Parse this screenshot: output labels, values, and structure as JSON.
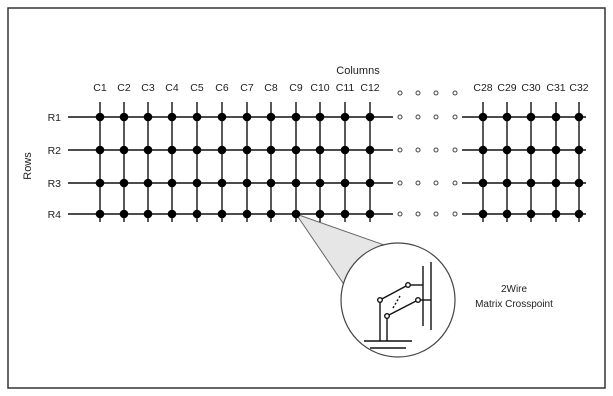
{
  "axes": {
    "columns_title": "Columns",
    "rows_title": "Rows"
  },
  "columns_left": [
    "C1",
    "C2",
    "C3",
    "C4",
    "C5",
    "C6",
    "C7",
    "C8",
    "C9",
    "C10",
    "C11",
    "C12"
  ],
  "columns_right": [
    "C28",
    "C29",
    "C30",
    "C31",
    "C32"
  ],
  "rows": [
    "R1",
    "R2",
    "R3",
    "R4"
  ],
  "callout": {
    "line1": "2Wire",
    "line2": "Matrix Crosspoint"
  },
  "colors": {
    "border": "#333333",
    "line": "#111111",
    "node": "#000000",
    "gap_dot": "#444444",
    "callout_fill": "#e6e6e6"
  }
}
